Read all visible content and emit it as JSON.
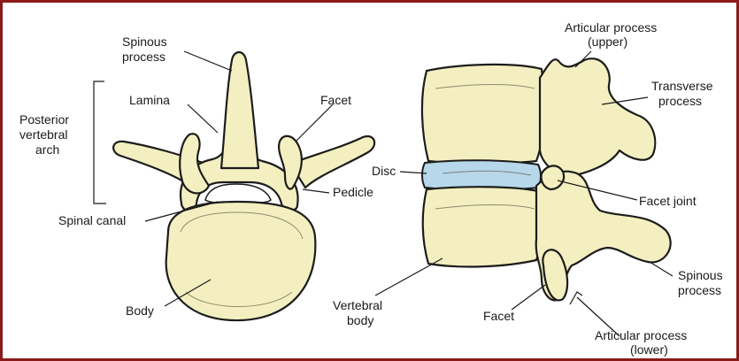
{
  "labels": {
    "spinous_process_top_1": "Spinous",
    "spinous_process_top_2": "process",
    "posterior_1": "Posterior",
    "posterior_2": "vertebral",
    "posterior_3": "arch",
    "lamina": "Lamina",
    "facet_top": "Facet",
    "pedicle": "Pedicle",
    "spinal_canal": "Spinal canal",
    "body": "Body",
    "articular_upper_1": "Articular process",
    "articular_upper_2": "(upper)",
    "transverse_1": "Transverse",
    "transverse_2": "process",
    "disc": "Disc",
    "facet_joint": "Facet joint",
    "spinous_right_1": "Spinous",
    "spinous_right_2": "process",
    "vertebral_body_1": "Vertebral",
    "vertebral_body_2": "body",
    "facet_bottom": "Facet",
    "articular_lower_1": "Articular process",
    "articular_lower_2": "(lower)"
  },
  "colors": {
    "frame": "#8b1a1a",
    "bone": "#f3efc0",
    "disc": "#b7d8ea"
  }
}
